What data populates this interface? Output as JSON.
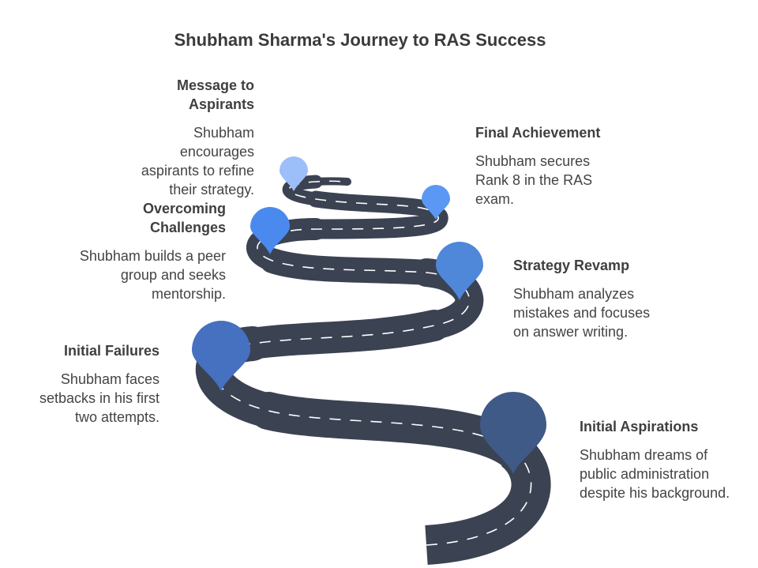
{
  "title": "Shubham Sharma's Journey to RAS Success",
  "colors": {
    "road": "#3b4252",
    "lane_marking": "#ffffff",
    "pin_1": "#3f5a86",
    "pin_2": "#4670c0",
    "pin_3": "#4f87d9",
    "pin_4": "#4a8aee",
    "pin_5": "#5b98f4",
    "pin_6": "#9cbef9"
  },
  "milestones": [
    {
      "id": "initial-aspirations",
      "title": "Initial Aspirations",
      "description": "Shubham dreams of public administration despite his background."
    },
    {
      "id": "initial-failures",
      "title": "Initial Failures",
      "description": "Shubham faces setbacks in his first two attempts."
    },
    {
      "id": "strategy-revamp",
      "title": "Strategy Revamp",
      "description": "Shubham analyzes mistakes and focuses on answer writing."
    },
    {
      "id": "overcoming-challenges",
      "title": "Overcoming Challenges",
      "description": "Shubham builds a peer group and seeks mentorship."
    },
    {
      "id": "final-achievement",
      "title": "Final Achievement",
      "description": "Shubham secures Rank 8 in the RAS exam."
    },
    {
      "id": "message-to-aspirants",
      "title": "Message to Aspirants",
      "description": "Shubham encourages aspirants to refine their strategy."
    }
  ]
}
